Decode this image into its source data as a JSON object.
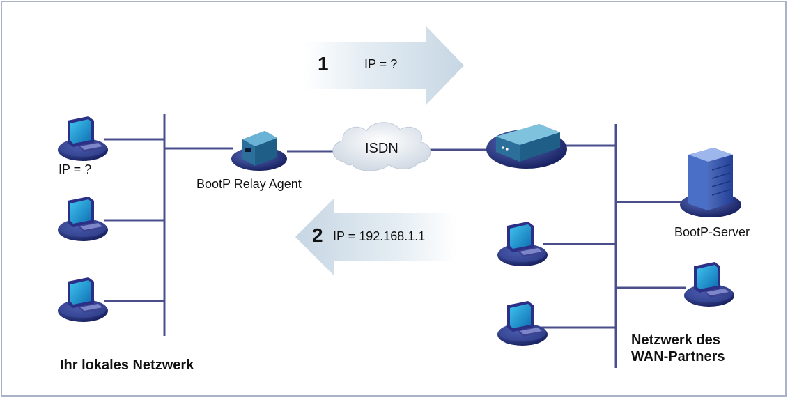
{
  "arrows": {
    "top": {
      "number": "1",
      "text": "IP = ?"
    },
    "bottom": {
      "number": "2",
      "text": "IP = 192.168.1.1"
    }
  },
  "labels": {
    "local_pc_ip": "IP = ?",
    "relay_agent": "BootP Relay Agent",
    "isdn": "ISDN",
    "bootp_server": "BootP-Server",
    "local_network": "Ihr lokales Netzwerk",
    "wan_network_line1": "Netzwerk des",
    "wan_network_line2": "WAN-Partners"
  },
  "colors": {
    "frame": "#a9b2c6",
    "lines": "#4a4f8c",
    "arrow": "#d0dde8",
    "pc_body": "#2c2f86",
    "pc_screen": "#1e9fd6",
    "pad": "#1c2a6e",
    "router": "#2b6f9a",
    "server": "#3a64b8",
    "cloud": "#e7ecf2"
  },
  "icons": [
    "pc-icon",
    "router-icon",
    "cloud-icon",
    "server-icon",
    "arrow-right-icon",
    "arrow-left-icon"
  ]
}
